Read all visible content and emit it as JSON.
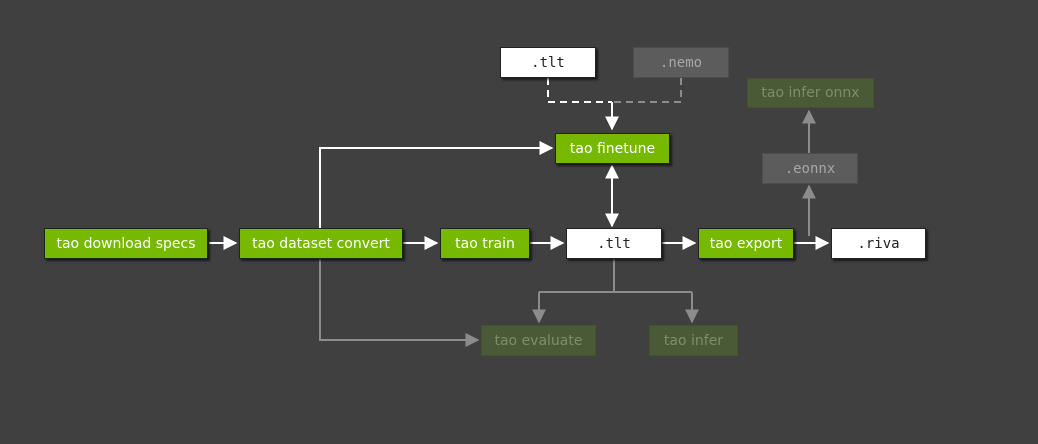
{
  "colors": {
    "background": "#404040",
    "accent_green": "#76b900",
    "dim_green": "#4a5a36",
    "gray_node": "#5c5c5c",
    "edge_active": "#ffffff",
    "edge_inactive": "#8c8c8c"
  },
  "nodes": {
    "tao_download_specs": "tao download specs",
    "tao_dataset_convert": "tao dataset convert",
    "tao_train": "tao train",
    "tlt_main": ".tlt",
    "tao_export": "tao export",
    "riva": ".riva",
    "tao_finetune": "tao finetune",
    "tlt_top": ".tlt",
    "nemo": ".nemo",
    "eonnx": ".eonnx",
    "tao_infer_onnx": "tao infer onnx",
    "tao_evaluate": "tao evaluate",
    "tao_infer": "tao infer"
  }
}
